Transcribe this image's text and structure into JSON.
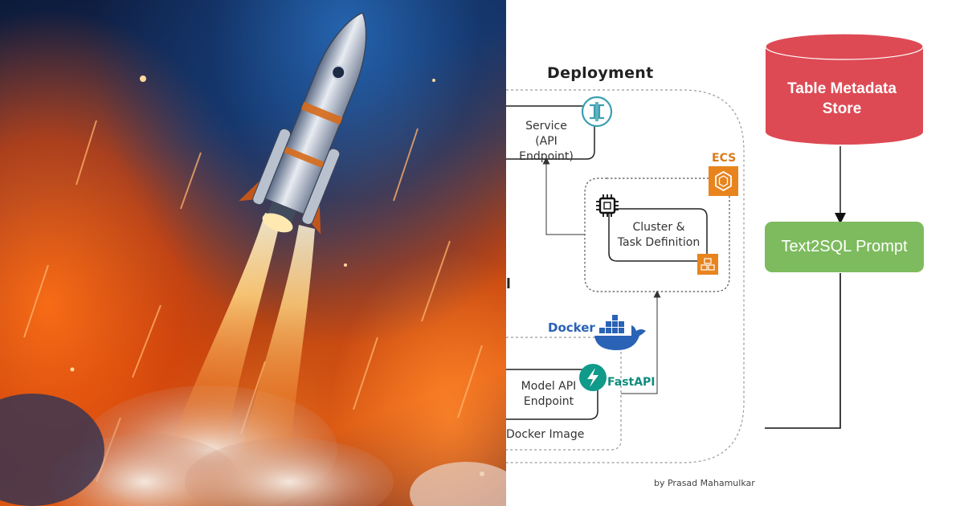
{
  "diagram": {
    "deployment_title": "Deployment",
    "service_label_line1": "Service",
    "service_label_line2": "(API Endpoint)",
    "ecs_label": "ECS",
    "cluster_label_line1": "Cluster &",
    "cluster_label_line2": "Task Definition",
    "docker_label": "Docker",
    "fastapi_label": "FastAPI",
    "model_label_line1": "Model API",
    "model_label_line2": "Endpoint",
    "docker_image_label": "Docker Image",
    "truncated_char": "l",
    "credit": "by Prasad Mahamulkar",
    "metadata_store_line1": "Table Metadata",
    "metadata_store_line2": "Store",
    "prompt_label": "Text2SQL Prompt"
  },
  "colors": {
    "metadata_store": "#dd4a54",
    "prompt_box": "#7dbb5e",
    "ecs_orange": "#e8841e",
    "docker_blue": "#2a62b5",
    "fastapi_teal": "#109a8a",
    "api_gateway_teal": "#3a9fb0"
  },
  "icons": [
    "rocket-illustration",
    "api-gateway-icon",
    "ecs-icon",
    "chip-icon",
    "fargate-icon",
    "docker-whale-icon",
    "fastapi-icon"
  ]
}
